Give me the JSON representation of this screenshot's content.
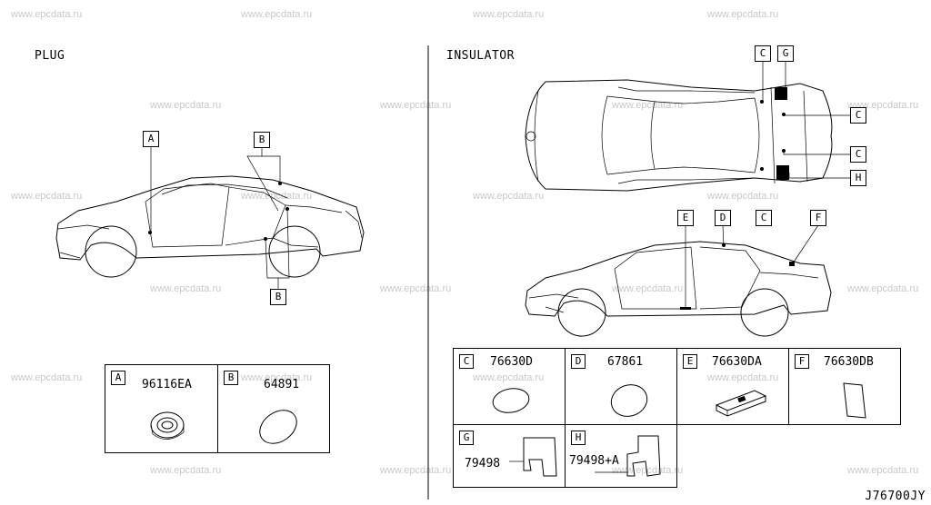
{
  "watermark": "www.epcdata.ru",
  "sections": {
    "plug": {
      "title": "PLUG"
    },
    "insulator": {
      "title": "INSULATOR"
    }
  },
  "plug_callouts": [
    "A",
    "B",
    "B"
  ],
  "top_view_callouts": [
    "C",
    "G",
    "C",
    "C",
    "H"
  ],
  "side_view_callouts": [
    "E",
    "D",
    "C",
    "F"
  ],
  "plug_parts": [
    {
      "letter": "A",
      "part_no": "96116EA"
    },
    {
      "letter": "B",
      "part_no": "64891"
    }
  ],
  "insulator_parts": [
    {
      "letter": "C",
      "part_no": "76630D"
    },
    {
      "letter": "D",
      "part_no": "67861"
    },
    {
      "letter": "E",
      "part_no": "76630DA"
    },
    {
      "letter": "F",
      "part_no": "76630DB"
    },
    {
      "letter": "G",
      "part_no": "79498"
    },
    {
      "letter": "H",
      "part_no": "79498+A"
    }
  ],
  "diagram_code": "J76700JY"
}
